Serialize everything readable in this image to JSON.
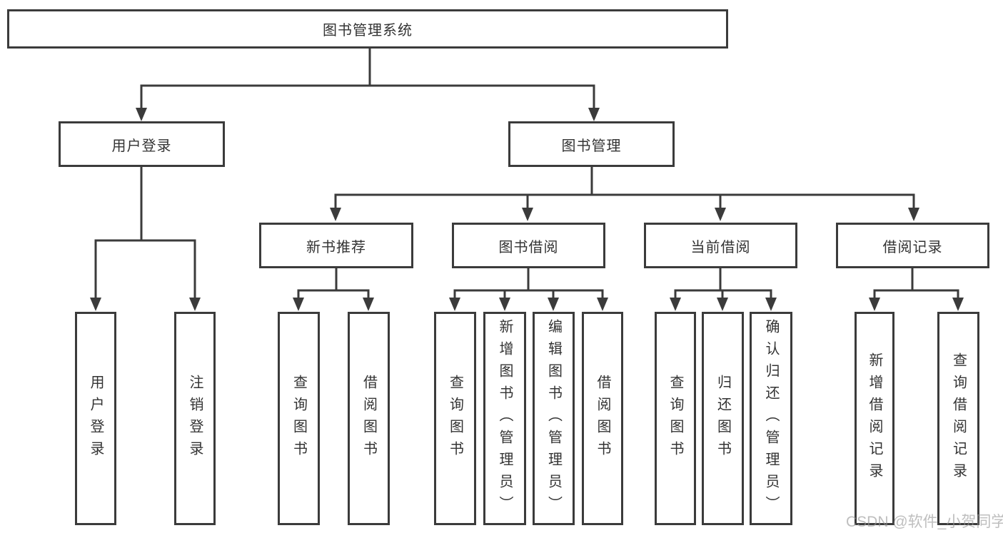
{
  "colors": {
    "line": "#3b3b3b",
    "text": "#333333",
    "background": "#ffffff",
    "watermark": "#969696"
  },
  "root": {
    "label": "图书管理系统"
  },
  "branches": [
    {
      "label": "用户登录",
      "children": [
        {
          "label": "用户登录"
        },
        {
          "label": "注销登录"
        }
      ]
    },
    {
      "label": "图书管理",
      "children": [
        {
          "label": "新书推荐",
          "children": [
            {
              "label": "查询图书"
            },
            {
              "label": "借阅图书"
            }
          ]
        },
        {
          "label": "图书借阅",
          "children": [
            {
              "label": "查询图书"
            },
            {
              "label": "新增图书（管理员）"
            },
            {
              "label": "编辑图书（管理员）"
            },
            {
              "label": "借阅图书"
            }
          ]
        },
        {
          "label": "当前借阅",
          "children": [
            {
              "label": "查询图书"
            },
            {
              "label": "归还图书"
            },
            {
              "label": "确认归还（管理员）"
            }
          ]
        },
        {
          "label": "借阅记录",
          "children": [
            {
              "label": "新增借阅记录"
            },
            {
              "label": "查询借阅记录"
            }
          ]
        }
      ]
    }
  ],
  "watermark": {
    "text": "CSDN @软件_小贺同学"
  }
}
